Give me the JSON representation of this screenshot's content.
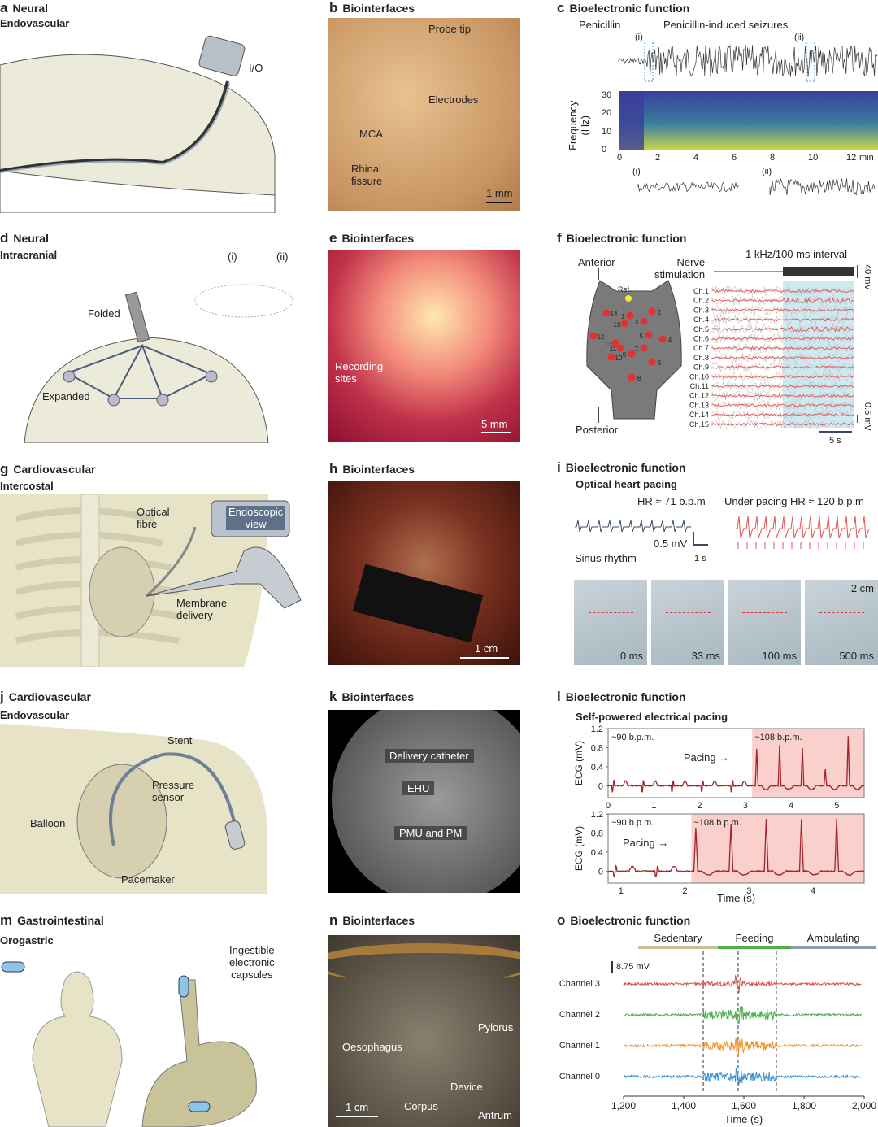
{
  "panels": {
    "a": {
      "letter": "a",
      "title": "Neural",
      "subtitle": "Endovascular",
      "labels": {
        "io": "I/O"
      }
    },
    "b": {
      "letter": "b",
      "title": "Biointerfaces",
      "labels": {
        "probe_tip": "Probe tip",
        "electrodes": "Electrodes",
        "mca": "MCA",
        "rhinal": "Rhinal\nfissure",
        "scale": "1 mm"
      }
    },
    "c": {
      "letter": "c",
      "title": "Bioelectronic function",
      "labels": {
        "penicillin": "Penicillin",
        "seizures": "Penicillin-induced seizures",
        "i": "(i)",
        "ii": "(ii)",
        "ylabel": "Frequency\n(Hz)",
        "xunit": "min"
      },
      "yticks": [
        "0",
        "10",
        "20",
        "30"
      ],
      "xticks": [
        "0",
        "2",
        "4",
        "6",
        "8",
        "10",
        "12"
      ]
    },
    "d": {
      "letter": "d",
      "title": "Neural",
      "subtitle": "Intracranial",
      "labels": {
        "i": "(i)",
        "ii": "(ii)",
        "folded": "Folded",
        "expanded": "Expanded"
      }
    },
    "e": {
      "letter": "e",
      "title": "Biointerfaces",
      "labels": {
        "recording": "Recording\nsites",
        "scale": "5 mm"
      }
    },
    "f": {
      "letter": "f",
      "title": "Bioelectronic function",
      "labels": {
        "anterior": "Anterior",
        "posterior": "Posterior",
        "ref": "Ref.",
        "nerve": "Nerve\nstimulation",
        "interval": "1 kHz/100 ms interval",
        "v40": "40 mV",
        "v05": "0.5 mV",
        "t5": "5 s"
      },
      "channels": [
        "Ch.1",
        "Ch.2",
        "Ch.3",
        "Ch.4",
        "Ch.5",
        "Ch.6",
        "Ch.7",
        "Ch.8",
        "Ch.9",
        "Ch.10",
        "Ch.11",
        "Ch.12",
        "Ch.13",
        "Ch.14",
        "Ch.15"
      ],
      "electrodes": [
        "1",
        "2",
        "3",
        "4",
        "5",
        "6",
        "7",
        "8",
        "9",
        "10",
        "11",
        "12",
        "13",
        "14",
        "15"
      ]
    },
    "g": {
      "letter": "g",
      "title": "Cardiovascular",
      "subtitle": "Intercostal",
      "labels": {
        "optical": "Optical\nfibre",
        "endoscopic": "Endoscopic\nview",
        "membrane": "Membrane\ndelivery"
      }
    },
    "h": {
      "letter": "h",
      "title": "Biointerfaces",
      "labels": {
        "scale": "1 cm"
      }
    },
    "i": {
      "letter": "i",
      "title": "Bioelectronic function",
      "subtitle": "Optical heart pacing",
      "labels": {
        "hr71": "HR ≈ 71 b.p.m",
        "hr120": "Under pacing  HR ≈ 120 b.p.m",
        "sinus": "Sinus rhythm",
        "mv": "0.5 mV",
        "s1": "1 s",
        "scale": "2 cm"
      },
      "frames": [
        "0 ms",
        "33 ms",
        "100 ms",
        "500 ms"
      ]
    },
    "j": {
      "letter": "j",
      "title": "Cardiovascular",
      "subtitle": "Endovascular",
      "labels": {
        "stent": "Stent",
        "pressure": "Pressure\nsensor",
        "balloon": "Balloon",
        "pacemaker": "Pacemaker"
      }
    },
    "k": {
      "letter": "k",
      "title": "Biointerfaces",
      "labels": {
        "catheter": "Delivery catheter",
        "ehu": "EHU",
        "pmu": "PMU and PM"
      }
    },
    "l": {
      "letter": "l",
      "title": "Bioelectronic function",
      "subtitle": "Self-powered electrical pacing"
    },
    "m": {
      "letter": "m",
      "title": "Gastrointestinal",
      "subtitle": "Orogastric",
      "labels": {
        "capsules": "Ingestible\nelectronic\ncapsules"
      }
    },
    "n": {
      "letter": "n",
      "title": "Biointerfaces",
      "labels": {
        "oesophagus": "Oesophagus",
        "pylorus": "Pylorus",
        "device": "Device",
        "corpus": "Corpus",
        "antrum": "Antrum",
        "scale": "1 cm"
      }
    },
    "o": {
      "letter": "o",
      "title": "Bioelectronic function"
    }
  },
  "colors": {
    "ecg": "#a3232a",
    "pacing_bg": "#f9d0cc",
    "stim_bg": "#cfe9f3",
    "trace_red": "#e0605a"
  },
  "chart_data": [
    {
      "type": "line",
      "id": "l-top",
      "ylabel": "ECG (mV)",
      "xlim": [
        0,
        5.6
      ],
      "ylim": [
        -0.25,
        1.2
      ],
      "yticks": [
        0,
        0.4,
        0.8,
        1.2
      ],
      "xticks": [
        0,
        1,
        2,
        3,
        4,
        5
      ],
      "pacing_start": 3.15,
      "pre_label": "~90 b.p.m.",
      "post_label": "~108 b.p.m.",
      "annotation": "Pacing",
      "pre_beats": [
        0.1,
        0.75,
        1.4,
        2.05,
        2.7
      ],
      "paced_peaks": [
        [
          3.25,
          0.78
        ],
        [
          3.75,
          0.85
        ],
        [
          4.25,
          0.8
        ],
        [
          4.75,
          0.35
        ],
        [
          5.25,
          1.05
        ]
      ]
    },
    {
      "type": "line",
      "id": "l-bottom",
      "ylabel": "ECG (mV)",
      "xlabel": "Time (s)",
      "xlim": [
        0.8,
        4.8
      ],
      "ylim": [
        -0.25,
        1.2
      ],
      "yticks": [
        0,
        0.4,
        0.8,
        1.2
      ],
      "xticks": [
        1,
        2,
        3,
        4
      ],
      "pacing_start": 2.1,
      "pre_label": "~90 b.p.m.",
      "post_label": "~108 b.p.m.",
      "annotation": "Pacing",
      "pre_beats": [
        0.9,
        1.55
      ],
      "paced_peaks": [
        [
          2.17,
          0.92
        ],
        [
          2.72,
          1.0
        ],
        [
          3.27,
          1.1
        ],
        [
          3.82,
          1.1
        ],
        [
          4.37,
          1.1
        ]
      ]
    },
    {
      "type": "line",
      "id": "o",
      "xlabel": "Time (s)",
      "xlim": [
        1200,
        2000
      ],
      "xticks": [
        "1,200",
        "1,400",
        "1,600",
        "1,800",
        "2,000"
      ],
      "scale_label": "8.75 mV",
      "phases": [
        {
          "name": "Sedentary",
          "from": 1200,
          "to": 1465,
          "color": "#c9bf9a"
        },
        {
          "name": "Feeding",
          "from": 1465,
          "to": 1708,
          "color": "#4cae4c"
        },
        {
          "name": "Ambulating",
          "from": 1708,
          "to": 1990,
          "color": "#8e9ab8"
        }
      ],
      "event_lines": [
        1465,
        1581,
        1708
      ],
      "series": [
        {
          "name": "Channel 3",
          "color": "#d9534f"
        },
        {
          "name": "Channel 2",
          "color": "#4cae4c"
        },
        {
          "name": "Channel 1",
          "color": "#f0932b"
        },
        {
          "name": "Channel 0",
          "color": "#3b8fd0"
        }
      ]
    }
  ]
}
